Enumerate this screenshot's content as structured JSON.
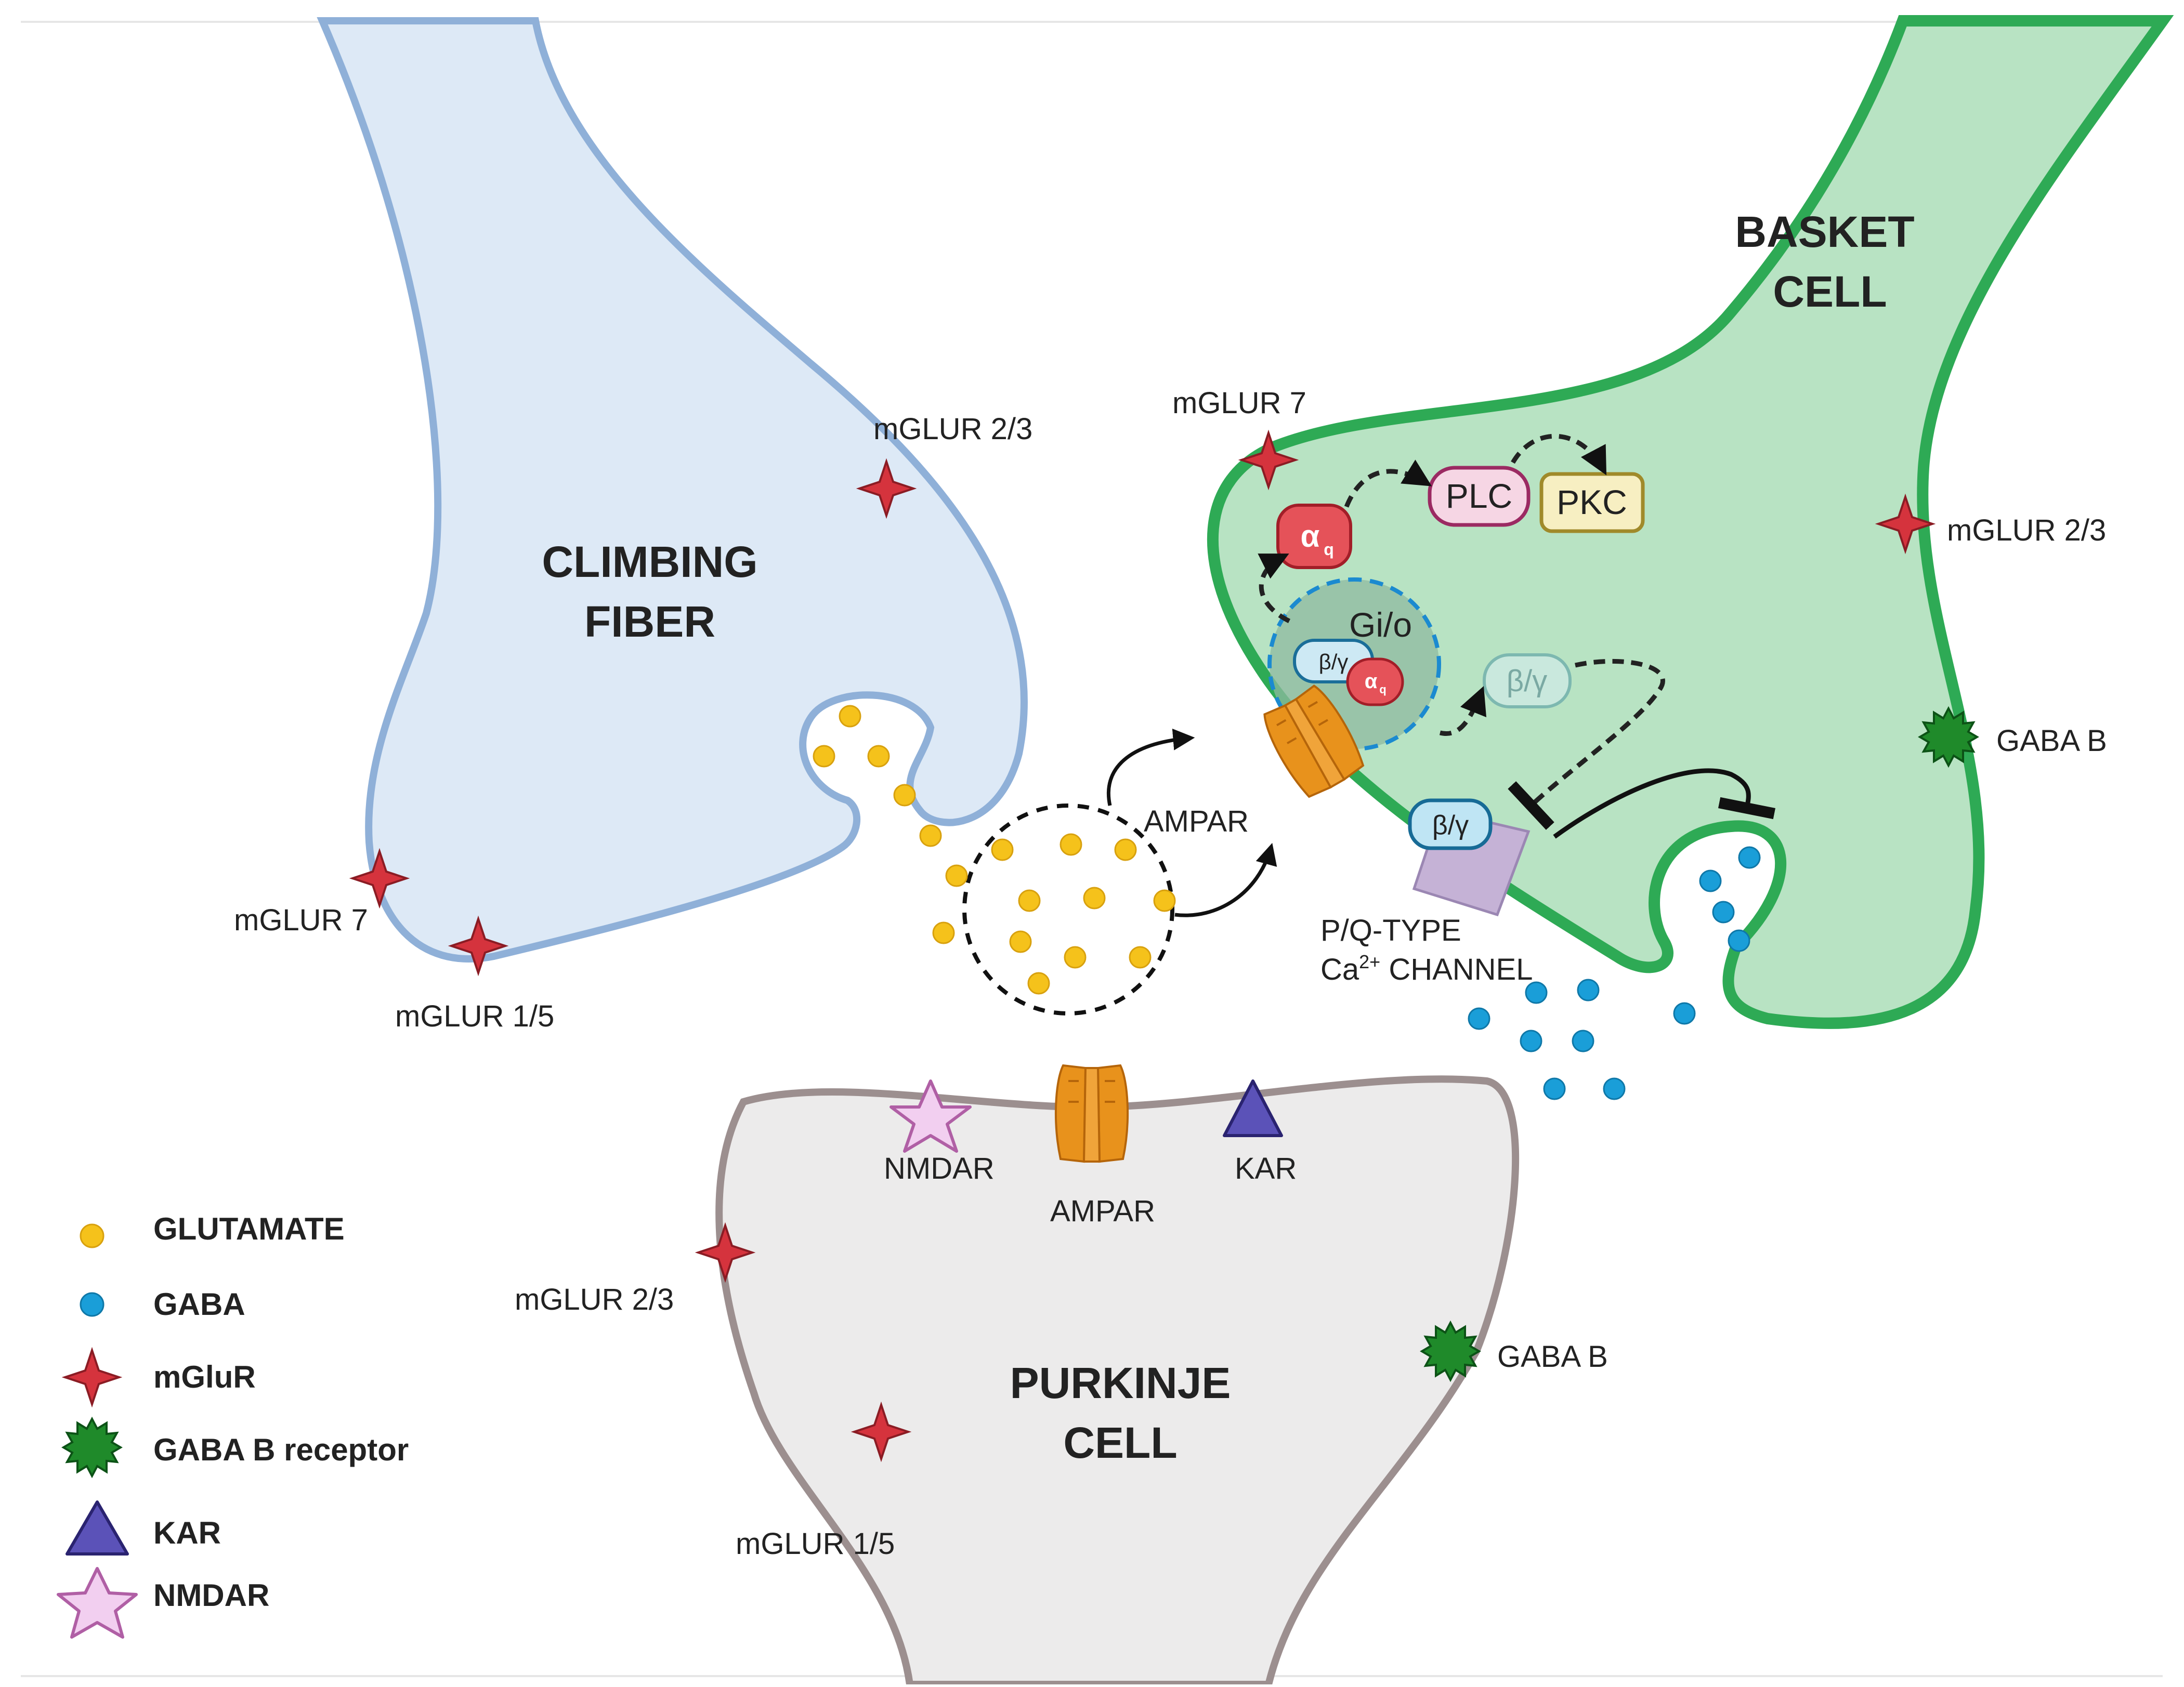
{
  "cells": {
    "climbing_fiber": [
      "CLIMBING",
      "FIBER"
    ],
    "basket_cell": [
      "BASKET",
      "CELL"
    ],
    "purkinje_cell": [
      "PURKINJE",
      "CELL"
    ]
  },
  "receptor_labels": {
    "cf_mglur23": "mGLUR 2/3",
    "cf_mglur7": "mGLUR 7",
    "cf_mglur15": "mGLUR 1/5",
    "bc_mglur7": "mGLUR 7",
    "bc_mglur23": "mGLUR 2/3",
    "bc_gabab": "GABA B",
    "ampar_mid": "AMPAR",
    "pq_channel_line1": "P/Q-TYPE",
    "pq_channel_ca": "Ca",
    "pq_channel_sup": "2+",
    "pq_channel_rest": " CHANNEL",
    "pk_nmdar": "NMDAR",
    "pk_ampar": "AMPAR",
    "pk_kar": "KAR",
    "pk_mglur23": "mGLUR 2/3",
    "pk_gabab": "GABA B",
    "pk_mglur15": "mGLUR 1/5"
  },
  "signaling": {
    "plc": "PLC",
    "pkc": "PKC",
    "gio": "Gi/o",
    "alpha_q": "α",
    "alpha_q_sub": "q",
    "beta_gamma": "β/γ"
  },
  "legend": [
    {
      "icon": "glutamate-icon",
      "label": "GLUTAMATE"
    },
    {
      "icon": "gaba-icon",
      "label": "GABA"
    },
    {
      "icon": "mglur-icon",
      "label": "mGluR"
    },
    {
      "icon": "gaba-b-receptor-icon",
      "label": "GABA B receptor"
    },
    {
      "icon": "kar-icon",
      "label": "KAR"
    },
    {
      "icon": "nmdar-icon",
      "label": "NMDAR"
    }
  ],
  "colors": {
    "climbing_fill": "#dde9f6",
    "climbing_stroke": "#8fb0d8",
    "basket_fill": "#b8e3c3",
    "basket_stroke": "#2eaa55",
    "purkinje_fill": "#ecebeb",
    "purkinje_stroke": "#9c8f8f",
    "glutamate": "#f5c21b",
    "gaba": "#1a9ed8",
    "mglur": "#d5333d",
    "gaba_b": "#1f8a2a",
    "kar": "#5b52b8",
    "nmdar": "#f2cff0",
    "ampar": "#e8921c"
  }
}
